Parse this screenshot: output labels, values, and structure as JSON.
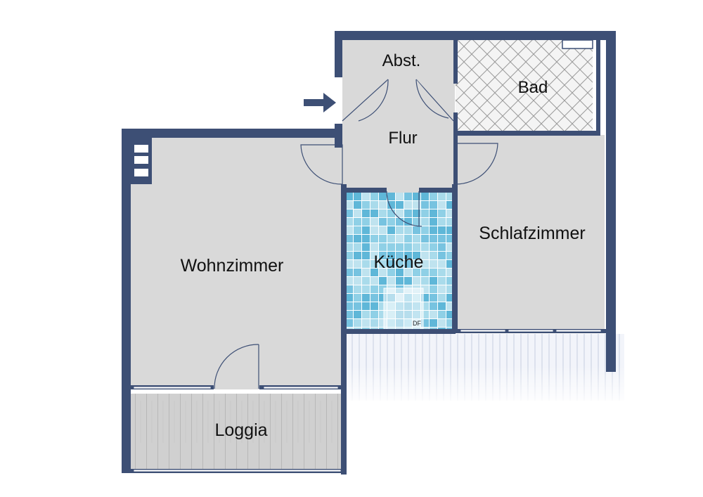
{
  "floorplan": {
    "rooms": {
      "abstellraum": "Abst.",
      "bad": "Bad",
      "flur": "Flur",
      "wohnzimmer": "Wohnzimmer",
      "kueche": "Küche",
      "schlafzimmer": "Schlafzimmer",
      "loggia": "Loggia"
    },
    "annotations": {
      "kitchen_marker": "DF"
    },
    "entrance": {
      "icon": "arrow-right-icon"
    }
  },
  "colors": {
    "wall": "#3d4f75",
    "floor": "#d9d9d9",
    "tile_light": "#bfe3ef",
    "tile_mid": "#8fd0e6",
    "tile_dark": "#5fb7d8",
    "bath_tile": "#f4f4f4",
    "bath_grid": "#9a9a9a",
    "loggia_wood": "#cfcfcf",
    "balcony": "#ecf0f8"
  }
}
